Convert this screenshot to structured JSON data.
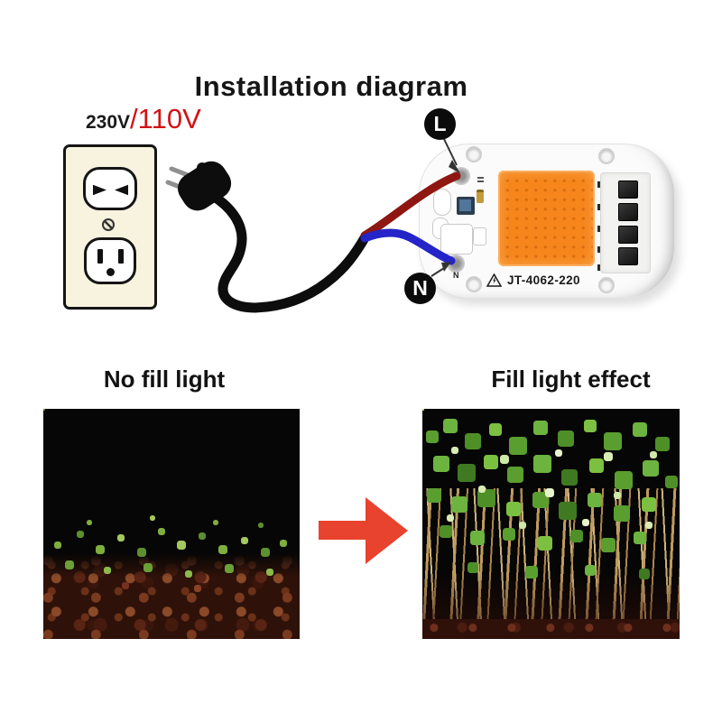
{
  "title": "Installation diagram",
  "voltage": {
    "primary": "230V",
    "secondary": "/110V",
    "secondary_color": "#d21215"
  },
  "wiring": {
    "live_label": "L",
    "neutral_label": "N",
    "live_wire_color": "#8e1712",
    "neutral_wire_color": "#2424c8",
    "cable_color": "#0d0d0d",
    "plug_prong_color": "#909090"
  },
  "chip": {
    "model": "JT-4062-220",
    "silkscreen_n_mark": "N",
    "warning_icon": "electrical-hazard-triangle",
    "cob_color": "#f6861b",
    "pcb_color": "#fbfbfb"
  },
  "outlet": {
    "icon": "duplex-wall-socket",
    "plate_color": "#f7f3df"
  },
  "comparison": {
    "before_label": "No fill light",
    "after_label": "Fill light effect",
    "arrow_icon": "right-arrow",
    "arrow_color": "#e8432e"
  }
}
